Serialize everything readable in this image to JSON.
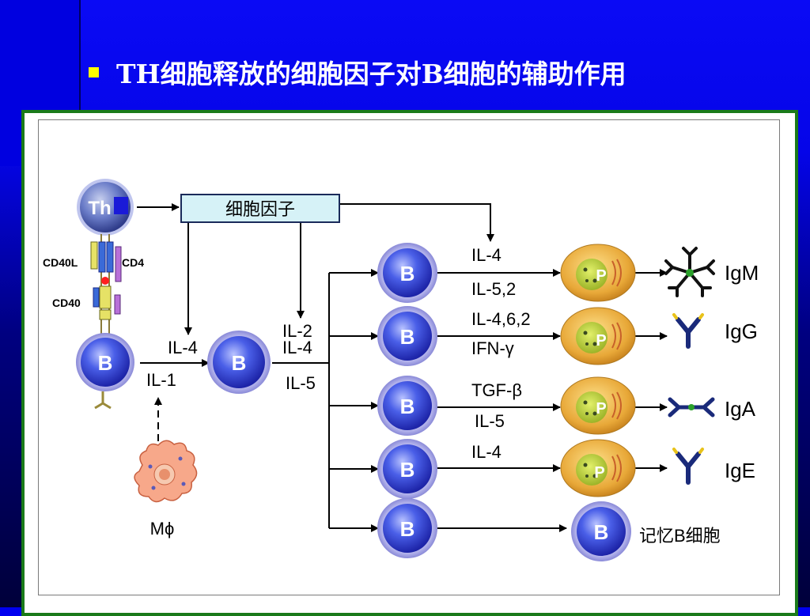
{
  "slide": {
    "title": "TH细胞释放的细胞因子对B细胞的辅助作用",
    "colors": {
      "background": "#0000f0",
      "bullet": "#ffff00",
      "frame": "#1a7a1a"
    }
  },
  "diagram": {
    "th_label": "Th",
    "cytokine_box_label": "细胞因子",
    "molecules": {
      "cd40l": "CD40L",
      "cd4": "CD4",
      "cd40": "CD40"
    },
    "b_label": "B",
    "p_label": "P",
    "left_signals": {
      "top": "IL-4",
      "bottom": "IL-1"
    },
    "mid_signals": {
      "a": "IL-2",
      "b": "IL-4",
      "c": "IL-5"
    },
    "macrophage_label": "Mϕ",
    "rows": [
      {
        "top": "IL-4",
        "bottom": "IL-5,2",
        "product": "IgM"
      },
      {
        "top": "IL-4,6,2",
        "bottom": "IFN-γ",
        "product": "IgG"
      },
      {
        "top": "TGF-β",
        "bottom": "IL-5",
        "product": "IgA"
      },
      {
        "top": "IL-4",
        "bottom": "",
        "product": "IgE"
      }
    ],
    "memory_label": "记忆B细胞"
  }
}
